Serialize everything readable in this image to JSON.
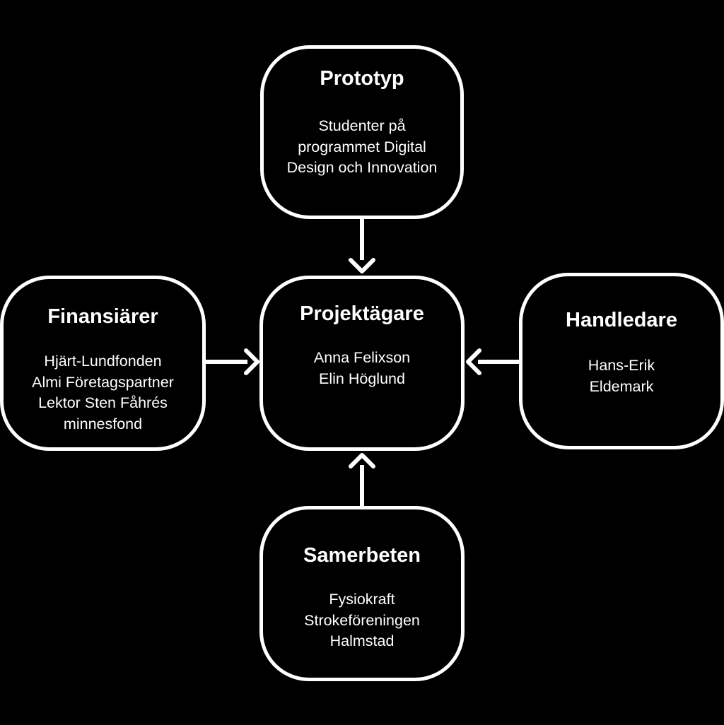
{
  "colors": {
    "background": "#000000",
    "foreground": "#ffffff"
  },
  "nodes": {
    "prototyp": {
      "title": "Prototyp",
      "lines": [
        "Studenter på",
        "programmet Digital",
        "Design och Innovation"
      ]
    },
    "projektagare": {
      "title": "Projektägare",
      "lines": [
        "Anna Felixson",
        "Elin Höglund"
      ]
    },
    "finansiarer": {
      "title": "Finansiärer",
      "lines": [
        "Hjärt-Lundfonden",
        "Almi Företagspartner",
        "Lektor Sten Fåhrés",
        "minnesfond"
      ]
    },
    "handledare": {
      "title": "Handledare",
      "lines": [
        "Hans-Erik",
        "Eldemark"
      ]
    },
    "samerbeten": {
      "title": "Samerbeten",
      "lines": [
        "Fysiokraft",
        "Strokeföreningen",
        "Halmstad"
      ]
    }
  },
  "edges": [
    {
      "from": "Prototyp",
      "to": "Projektägare"
    },
    {
      "from": "Finansiärer",
      "to": "Projektägare"
    },
    {
      "from": "Handledare",
      "to": "Projektägare"
    },
    {
      "from": "Samerbeten",
      "to": "Projektägare"
    }
  ]
}
